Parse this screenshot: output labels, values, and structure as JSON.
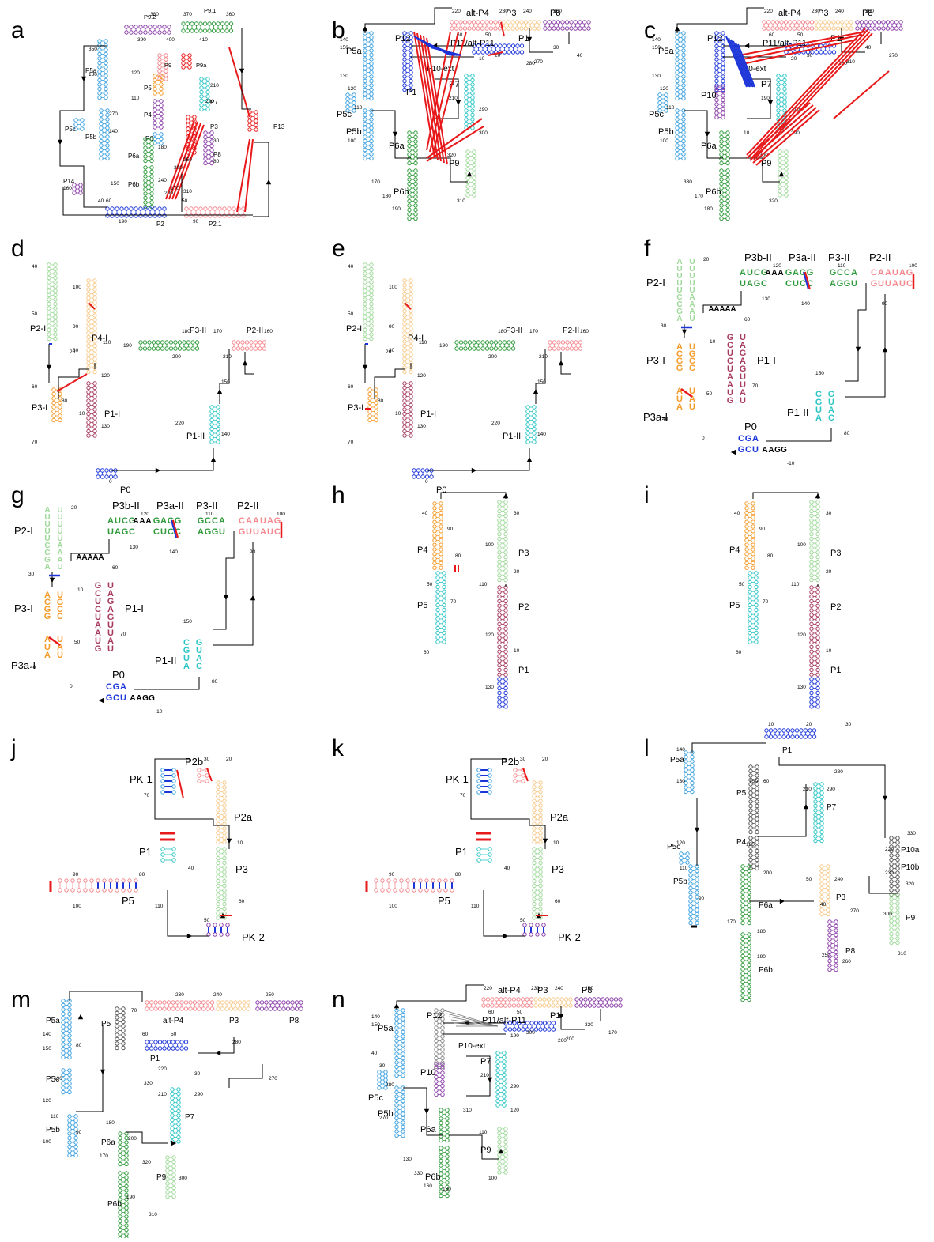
{
  "panels": [
    {
      "letter": "a",
      "labels": [
        "P9.2",
        "P9.1",
        "P9",
        "P9a",
        "P5a",
        "P5",
        "P4",
        "P6",
        "P7",
        "P3",
        "P8",
        "P13",
        "P5c",
        "P5b",
        "P6a",
        "P6b",
        "P14",
        "P2",
        "P2.1"
      ],
      "numbers": [
        "380",
        "370",
        "360",
        "390",
        "400",
        "410",
        "350",
        "130",
        "120",
        "110",
        "210",
        "310",
        "270",
        "140",
        "150",
        "180",
        "250",
        "300",
        "160",
        "240",
        "170",
        "200",
        "190",
        "90",
        "50",
        "60",
        "40",
        "30",
        "80",
        "290"
      ]
    },
    {
      "letter": "b",
      "labels": [
        "alt-P4",
        "P3",
        "P8",
        "P5a",
        "P12",
        "P11/alt-P11",
        "P1",
        "P10-ext",
        "P5c",
        "P5b",
        "P1",
        "P7",
        "P6a",
        "P9",
        "P6b"
      ],
      "numbers": [
        "220",
        "230",
        "240",
        "250",
        "60",
        "50",
        "280",
        "140",
        "150",
        "130",
        "120",
        "110",
        "100",
        "170",
        "180",
        "190",
        "210",
        "290",
        "300",
        "320",
        "310",
        "270",
        "40",
        "30",
        "20",
        "10"
      ]
    },
    {
      "letter": "c",
      "labels": [
        "alt-P4",
        "P3",
        "P8",
        "P5a",
        "P12",
        "P11/alt-P11",
        "P1",
        "P10-ext",
        "P10",
        "P5c",
        "P5b",
        "P7",
        "P6a",
        "P9",
        "P6b"
      ],
      "numbers": [
        "220",
        "230",
        "240",
        "250",
        "60",
        "50",
        "280",
        "140",
        "150",
        "130",
        "120",
        "110",
        "100",
        "330",
        "170",
        "180",
        "190",
        "210",
        "290",
        "300",
        "320",
        "310",
        "270",
        "40",
        "30",
        "20",
        "10"
      ]
    },
    {
      "letter": "d",
      "labels": [
        "P2-I",
        "P4-I",
        "P3-II",
        "P2-II",
        "P3-I",
        "P1-I",
        "P1-II",
        "P0"
      ],
      "numbers": [
        "40",
        "100",
        "50",
        "90",
        "180",
        "170",
        "160",
        "190",
        "200",
        "210",
        "60",
        "20",
        "120",
        "80",
        "70",
        "10",
        "130",
        "220",
        "140",
        "150",
        "110",
        "30",
        "0"
      ]
    },
    {
      "letter": "e",
      "labels": [
        "P2-I",
        "P4-I",
        "P3-II",
        "P2-II",
        "P3-I",
        "P1-I",
        "P1-II",
        "P0"
      ],
      "numbers": [
        "40",
        "100",
        "50",
        "90",
        "180",
        "170",
        "160",
        "190",
        "200",
        "210",
        "60",
        "20",
        "120",
        "80",
        "70",
        "10",
        "130",
        "220",
        "140",
        "150",
        "110",
        "30",
        "0"
      ]
    },
    {
      "letter": "f",
      "labels": [
        "P2-I",
        "P3b-II",
        "P3a-II",
        "P3-II",
        "P2-II",
        "P3-I",
        "P1-I",
        "P1-II",
        "P3a-I",
        "P0"
      ],
      "numbers": [
        "20",
        "120",
        "110",
        "100",
        "30",
        "130",
        "140",
        "60",
        "90",
        "10",
        "150",
        "50",
        "40",
        "70",
        "0",
        "80",
        "-10"
      ]
    },
    {
      "letter": "g",
      "labels": [
        "P2-I",
        "P3b-II",
        "P3a-II",
        "P3-II",
        "P2-II",
        "P3-I",
        "P1-I",
        "P1-II",
        "P3a-I",
        "P0"
      ],
      "numbers": [
        "20",
        "120",
        "110",
        "100",
        "30",
        "130",
        "140",
        "60",
        "90",
        "10",
        "150",
        "50",
        "40",
        "70",
        "0",
        "80",
        "-10"
      ]
    },
    {
      "letter": "h",
      "labels": [
        "P4",
        "P3",
        "P5",
        "P2",
        "P1"
      ],
      "numbers": [
        "40",
        "90",
        "30",
        "100",
        "80",
        "20",
        "50",
        "70",
        "110",
        "10",
        "120",
        "60",
        "130"
      ]
    },
    {
      "letter": "i",
      "labels": [
        "P4",
        "P3",
        "P5",
        "P2",
        "P1"
      ],
      "numbers": [
        "40",
        "90",
        "30",
        "100",
        "80",
        "20",
        "50",
        "70",
        "110",
        "10",
        "120",
        "60",
        "130"
      ]
    },
    {
      "letter": "j",
      "labels": [
        "P2b",
        "PK-1",
        "P2a",
        "P1",
        "P3",
        "P5",
        "PK-2"
      ],
      "numbers": [
        "30",
        "20",
        "70",
        "10",
        "90",
        "80",
        "40",
        "100",
        "110",
        "60",
        "50"
      ]
    },
    {
      "letter": "k",
      "labels": [
        "P2b",
        "PK-1",
        "P2a",
        "P1",
        "P3",
        "P5",
        "PK-2"
      ],
      "numbers": [
        "30",
        "20",
        "70",
        "10",
        "90",
        "80",
        "40",
        "100",
        "110",
        "60",
        "50"
      ]
    },
    {
      "letter": "l",
      "labels": [
        "P5a",
        "P1",
        "P5",
        "P7",
        "P4",
        "P10a",
        "P5c",
        "P10b",
        "P5b",
        "P6a",
        "P3",
        "P9",
        "P8",
        "P6b"
      ],
      "numbers": [
        "10",
        "20",
        "30",
        "140",
        "280",
        "290",
        "130",
        "150",
        "60",
        "210",
        "330",
        "120",
        "160",
        "220",
        "110",
        "200",
        "230",
        "320",
        "90",
        "40",
        "50",
        "240",
        "270",
        "300",
        "170",
        "180",
        "250",
        "260",
        "310",
        "190"
      ]
    },
    {
      "letter": "m",
      "labels": [
        "alt-P4",
        "P3",
        "P8",
        "P5a",
        "P5",
        "P1",
        "P5c",
        "P7",
        "P5b",
        "P6a",
        "P9",
        "P6b"
      ],
      "numbers": [
        "230",
        "240",
        "250",
        "70",
        "60",
        "50",
        "280",
        "140",
        "150",
        "80",
        "270",
        "220",
        "30",
        "130",
        "330",
        "120",
        "110",
        "180",
        "290",
        "210",
        "90",
        "100",
        "200",
        "170",
        "320",
        "300",
        "190",
        "310"
      ]
    },
    {
      "letter": "n",
      "labels": [
        "alt-P4",
        "P3",
        "P8",
        "P5a",
        "P12",
        "P11/alt-P11",
        "P1",
        "P10-ext",
        "P7",
        "P10",
        "P5c",
        "P5b",
        "P6a",
        "P9",
        "P6b"
      ],
      "numbers": [
        "220",
        "230",
        "240",
        "250",
        "60",
        "50",
        "260",
        "140",
        "150",
        "40",
        "30",
        "280",
        "270",
        "130",
        "330",
        "160",
        "210",
        "290",
        "120",
        "110",
        "100",
        "200",
        "170",
        "320",
        "300",
        "190",
        "310",
        "180"
      ]
    }
  ],
  "colors": {
    "red": "#e8191b",
    "blue": "#1c35d8",
    "lightblue": "#3aa0e0",
    "green": "#2e9a3a",
    "lightgreen": "#9fd99a",
    "orange": "#f59b2a",
    "lightorange": "#f7c98a",
    "pink": "#f4888e",
    "maroon": "#a63a5e",
    "purple": "#8a3da8",
    "cyan": "#2cc5c5",
    "black": "#000000"
  }
}
